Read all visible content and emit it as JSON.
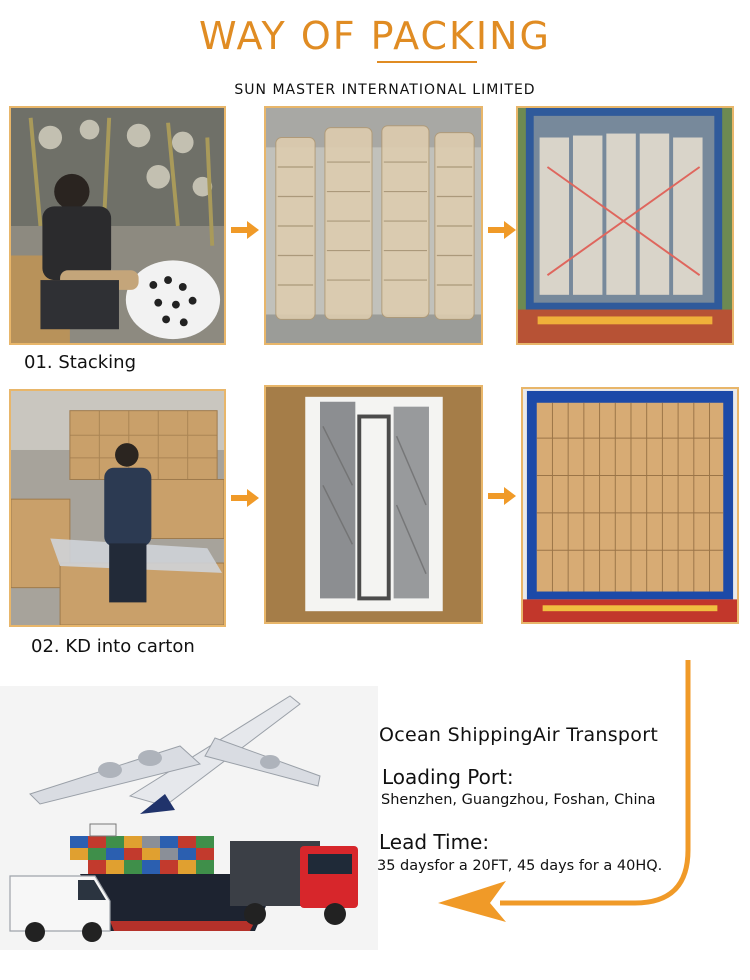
{
  "page": {
    "title": "WAY OF PACKING",
    "company": "SUN MASTER INTERNATIONAL LIMITED"
  },
  "steps": [
    {
      "label": "01. Stacking"
    },
    {
      "label": "02. KD into carton"
    }
  ],
  "shipping": {
    "methods": "Ocean ShippingAir Transport",
    "loading_port_label": "Loading Port:",
    "loading_port_value": "Shenzhen, Guangzhou, Foshan, China",
    "lead_time_label": "Lead Time:",
    "lead_time_value": "35 daysfor a 20FT, 45 days for a 40HQ."
  },
  "colors": {
    "accent": "#e08c23",
    "frame": "#e8b66a",
    "container_blue": "#1c4aa8"
  },
  "icons": [
    "arrow-right-icon",
    "curved-arrow-icon"
  ]
}
